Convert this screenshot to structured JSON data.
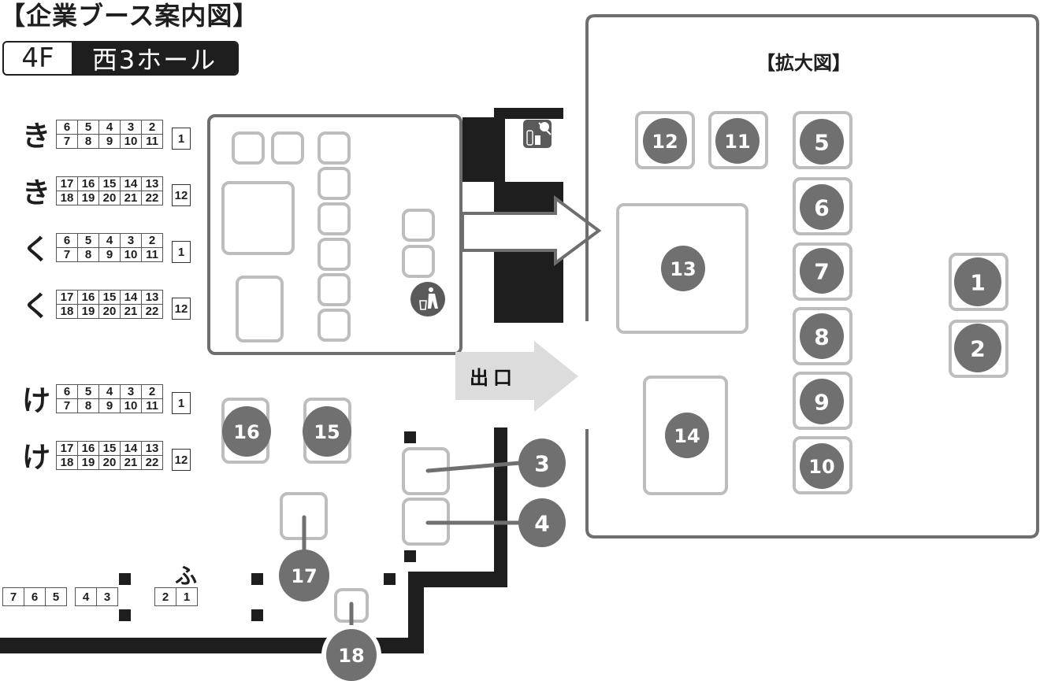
{
  "title": "【企業ブース案内図】",
  "floor": {
    "level": "4F",
    "hall": "西3ホール"
  },
  "zoom_title": "【拡大図】",
  "exit_label": "出口",
  "colors": {
    "wall": "#1e1e1e",
    "booth_outline": "#bdbdbd",
    "marker": "#707070",
    "frame": "#6e6e6e",
    "exit_arrow": "#dcdcdc"
  },
  "icons": {
    "vending": "vending-machine-icon",
    "trash": "trash-icon"
  },
  "rows": [
    {
      "label": "き",
      "top": [
        "6",
        "5",
        "4",
        "3",
        "2"
      ],
      "bottom": [
        "7",
        "8",
        "9",
        "10",
        "11"
      ],
      "side": "1"
    },
    {
      "label": "き",
      "top": [
        "17",
        "16",
        "15",
        "14",
        "13"
      ],
      "bottom": [
        "18",
        "19",
        "20",
        "21",
        "22"
      ],
      "side": "12"
    },
    {
      "label": "く",
      "top": [
        "6",
        "5",
        "4",
        "3",
        "2"
      ],
      "bottom": [
        "7",
        "8",
        "9",
        "10",
        "11"
      ],
      "side": "1"
    },
    {
      "label": "く",
      "top": [
        "17",
        "16",
        "15",
        "14",
        "13"
      ],
      "bottom": [
        "18",
        "19",
        "20",
        "21",
        "22"
      ],
      "side": "12"
    },
    {
      "label": "け",
      "top": [
        "6",
        "5",
        "4",
        "3",
        "2"
      ],
      "bottom": [
        "7",
        "8",
        "9",
        "10",
        "11"
      ],
      "side": "1"
    },
    {
      "label": "け",
      "top": [
        "17",
        "16",
        "15",
        "14",
        "13"
      ],
      "bottom": [
        "18",
        "19",
        "20",
        "21",
        "22"
      ],
      "side": "12"
    }
  ],
  "fu_row": {
    "label": "ふ",
    "groups": [
      [
        "7",
        "6",
        "5"
      ],
      [
        "4",
        "3"
      ],
      [
        "2",
        "1"
      ]
    ]
  },
  "markers": {
    "m1": "1",
    "m2": "2",
    "m3": "3",
    "m4": "4",
    "m5": "5",
    "m6": "6",
    "m7": "7",
    "m8": "8",
    "m9": "9",
    "m10": "10",
    "m11": "11",
    "m12": "12",
    "m13": "13",
    "m14": "14",
    "m15": "15",
    "m16": "16",
    "m17": "17",
    "m18": "18"
  }
}
